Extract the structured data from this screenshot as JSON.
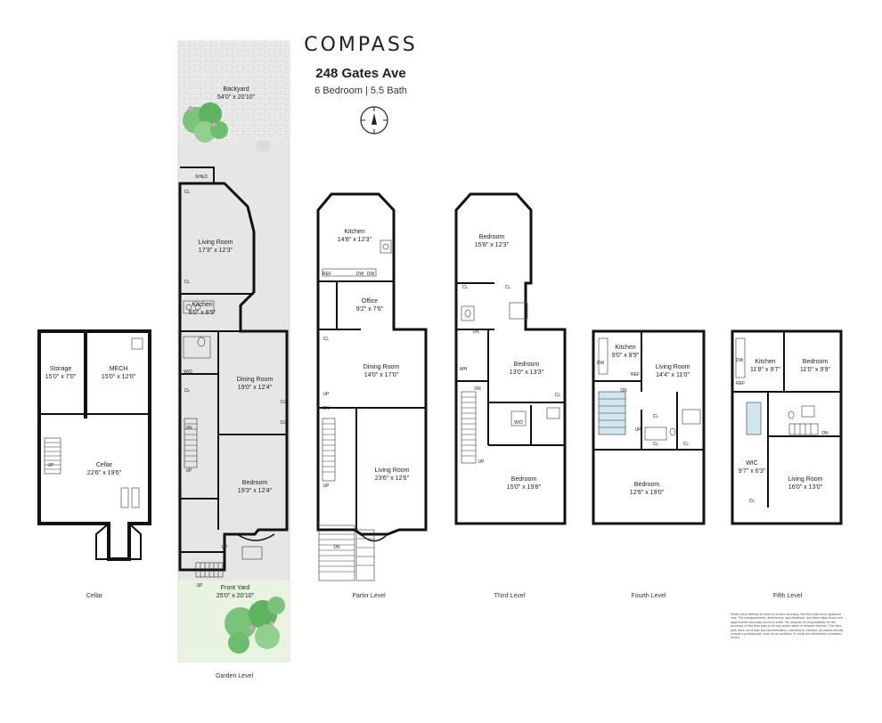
{
  "brand": "COMPASS",
  "address": "248 Gates Ave",
  "summary": "6 Bedroom | 5.5 Bath",
  "compass_icon": "north-arrow-icon",
  "colors": {
    "wall": "#111111",
    "paving": "#e4e4e4",
    "grass": "#e9f5e1",
    "tree": "#6cbf6a",
    "stair_blue": "#cfe8f0"
  },
  "levels": {
    "cellar": {
      "label": "Cellar",
      "rooms": [
        {
          "name": "Storage",
          "dims": "15'0\" x 7'0\""
        },
        {
          "name": "MECH",
          "dims": "15'0\" x 12'0\""
        },
        {
          "name": "Cellar",
          "dims": "22'6\" x 19'6\""
        }
      ],
      "tags": [
        "UP"
      ]
    },
    "garden": {
      "label": "Garden Level",
      "rooms": [
        {
          "name": "Backyard",
          "dims": "54'0\" x 20'10\""
        },
        {
          "name": "Living Room",
          "dims": "17'3\" x 12'3\""
        },
        {
          "name": "Kitchen",
          "dims": "6'0\" x 8'5\""
        },
        {
          "name": "Dining Room",
          "dims": "19'0\" x 12'4\""
        },
        {
          "name": "Bedroom",
          "dims": "19'3\" x 12'4\""
        },
        {
          "name": "Front Yard",
          "dims": "25'0\" x 20'10\""
        }
      ],
      "tags": [
        "SHED",
        "CL",
        "CL",
        "W/D",
        "CL",
        "DN",
        "UP",
        "CL",
        "CL",
        "UP",
        "UP"
      ]
    },
    "parlor": {
      "label": "Parlor Level",
      "rooms": [
        {
          "name": "Kitchen",
          "dims": "14'8\" x 12'3\""
        },
        {
          "name": "Office",
          "dims": "9'2\" x 7'6\""
        },
        {
          "name": "Dining Room",
          "dims": "14'0\" x 17'0\""
        },
        {
          "name": "Living Room",
          "dims": "23'6\" x 12'6\""
        }
      ],
      "tags": [
        "REF",
        "DW",
        "DW",
        "CL",
        "UP",
        "DN",
        "UP",
        "DN"
      ]
    },
    "third": {
      "label": "Third Level",
      "rooms": [
        {
          "name": "Bedroom",
          "dims": "15'8\" x 12'3\""
        },
        {
          "name": "Bedroom",
          "dims": "13'0\" x 13'3\""
        },
        {
          "name": "Bedroom",
          "dims": "15'0\" x 19'8\""
        }
      ],
      "tags": [
        "CL",
        "CL",
        "DN",
        "WH",
        "DN",
        "CL",
        "W/D",
        "UP"
      ]
    },
    "fourth": {
      "label": "Fourth Level",
      "rooms": [
        {
          "name": "Kitchen",
          "dims": "9'0\" x 8'9\""
        },
        {
          "name": "Living Room",
          "dims": "14'4\" x 11'0\""
        },
        {
          "name": "Bedroom",
          "dims": "12'6\" x 19'0\""
        }
      ],
      "tags": [
        "DW",
        "REF",
        "DN",
        "CL",
        "UP",
        "CL",
        "CL"
      ]
    },
    "fifth": {
      "label": "Fifth Level",
      "rooms": [
        {
          "name": "Kitchen",
          "dims": "11'8\" x 9'7\""
        },
        {
          "name": "Bedroom",
          "dims": "11'0\" x 9'9\""
        },
        {
          "name": "WIC",
          "dims": "9'7\" x 6'3\""
        },
        {
          "name": "Living Room",
          "dims": "16'0\" x 13'0\""
        }
      ],
      "tags": [
        "DW",
        "REF",
        "CL",
        "DN"
      ]
    }
  },
  "disclaimer": "While every attempt is made to ensure accuracy, this floor plan is for guidance only. The measurements, dimensions, specifications, and other data shown are approximate and may not be to scale. We assume no responsibility for the accuracy of this floor plan or for any action taken in reliance thereon. This floor plan does not create any representation, warranty or contract. All parties should consult a professional, such as an architect, to verify the information contained herein."
}
